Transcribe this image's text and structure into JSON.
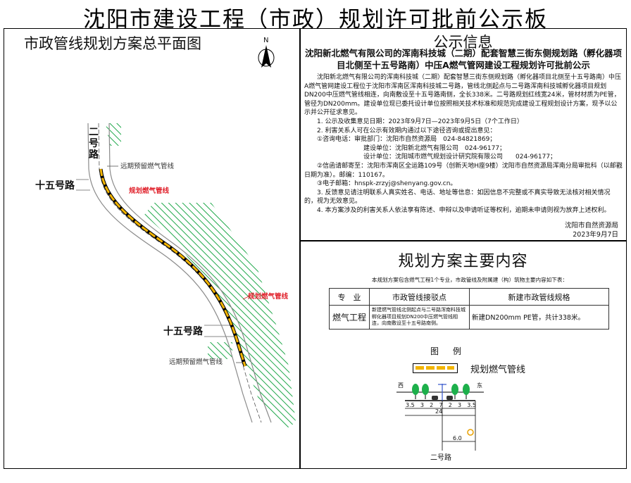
{
  "board_title": "沈阳市建设工程（市政）规划许可批前公示板",
  "map": {
    "title": "市政管线规划方案总平面图",
    "north_label": "N",
    "road_er": "二号路",
    "road_15_top": "十五号路",
    "road_15_bottom": "十五号路",
    "reserved_pipe_top": "远期预留燃气管线",
    "reserved_pipe_bottom": "远期预留燃气管线",
    "planned_pipe_top": "规划燃气管线",
    "planned_pipe_right": "规划燃气管线"
  },
  "notice": {
    "heading": "公示信息",
    "subject": "沈阳新北燃气有限公司的浑南科技城（二期）配套智慧三街东侧规划路（孵化器项目北侧至十五号路南）中压A燃气管网建设工程规划许可批前公示",
    "intro": "沈阳新北燃气有限公司的浑南科技城（二期）配套智慧三街东侧规划路（孵化器项目北侧至十五号路南）中压A燃气管网建设工程位于沈阳市浑南区浑南科技城二号路，管线北侧起点与二号路浑南科技城孵化器项目规划DN200中压燃气管线相连，向南敷设至十五号路南侧，全长338米。二号路规划红线宽24米，管材材质为PE管，管径为DN200mm。建设单位现已委托设计单位按照相关技术标准和规范完成建设工程规划设计方案，现予以公示并公开征求意见。",
    "item1": "1. 公示及收集意见日期：2023年9月7日—2023年9月5日（7个工作日）",
    "item2": "2. 利害关系人可在公示有效期内通过以下途径咨询或提出意见：",
    "consult1": "①咨询电话：审批部门：沈阳市自然资源局　024-84821869；",
    "consult2": "建设单位：沈阳新北燃气有限公司　024-96177；",
    "consult3": "设计单位：沈阳城市燃气规划设计研究院有限公司　　024-96177；",
    "mail": "②信函请邮寄至：沈阳市浑南区全运路109号（创新天地H座9楼）沈阳市自然资源局浑南分局审批科（以邮戳日期为准）。邮编：110167。",
    "email": "③电子邮箱：hnspk-zrzyj@shenyang.gov.cn。",
    "item3": "3. 反馈意见请注明联系人真实姓名、电话、地址等信息：如因信息不完整或不真实导致无法核对相关情况的，视为无效意见。",
    "item4": "4. 本方案涉及的利害关系人依法享有陈述、申辩以及申请听证等权利，逾期未申请则视为放弃上述权利。",
    "issuer": "沈阳市自然资源局",
    "date": "2023年9月7日"
  },
  "plan": {
    "heading": "规划方案主要内容",
    "intro": "本规划方案包含燃气工程1个专业，市政管线及附属建（构）筑物主要内容如下表：",
    "table": {
      "headers": [
        "专　业",
        "市政管线接驳点",
        "新建市政管线规格"
      ],
      "rows": [
        {
          "specialty": "燃气工程",
          "point": "新建燃气管线北侧起点与二号路浑南科技城孵化器项目规划DN200中压燃气管线相连，向南敷设至十五号路南侧。",
          "spec": "新建DN200mm PE管，共计338米。"
        }
      ]
    },
    "legend_title": "图　例",
    "legend_label": "规划燃气管线"
  },
  "section": {
    "west": "西",
    "east": "东",
    "dims": [
      "3.5",
      "3",
      "2",
      "7",
      "2",
      "3",
      "3.5"
    ],
    "total": "24",
    "offset": "6.0",
    "road_name": "二号路"
  },
  "colors": {
    "pipe_yellow": "#f2b400",
    "pipe_label_red": "#e0202a",
    "hatch_green": "#1fa84a",
    "road_gray": "#8a8a8a",
    "tree_green": "#1db04b",
    "ref_orange": "#e8a000"
  }
}
